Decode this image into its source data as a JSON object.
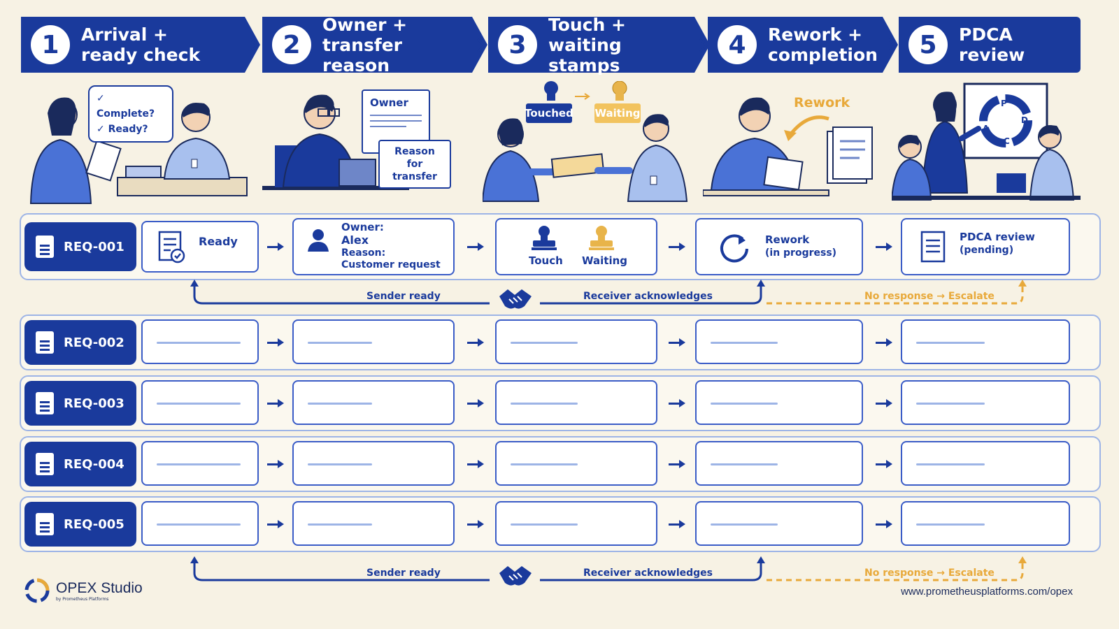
{
  "steps": [
    {
      "num": "1",
      "title": "Arrival +\nready check"
    },
    {
      "num": "2",
      "title": "Owner +\ntransfer reason"
    },
    {
      "num": "3",
      "title": "Touch +\nwaiting stamps"
    },
    {
      "num": "4",
      "title": "Rework +\ncompletion"
    },
    {
      "num": "5",
      "title": "PDCA review"
    }
  ],
  "illustrations": {
    "step1": {
      "bubble_line1": "✓ Complete?",
      "bubble_line2": "✓ Ready?"
    },
    "step2": {
      "doc_title": "Owner",
      "note": "Reason for transfer"
    },
    "step3": {
      "stamp_touched": "Touched",
      "stamp_waiting": "Waiting"
    },
    "step4": {
      "label": "Rework"
    },
    "step5": {
      "p": "P",
      "d": "D",
      "c": "C",
      "a": "A"
    }
  },
  "rows": [
    {
      "id": "REQ-001"
    },
    {
      "id": "REQ-002"
    },
    {
      "id": "REQ-003"
    },
    {
      "id": "REQ-004"
    },
    {
      "id": "REQ-005"
    }
  ],
  "row1_cells": {
    "ready": "Ready",
    "owner_label": "Owner:",
    "owner_name": "Alex",
    "reason_label": "Reason:",
    "reason_value": "Customer request",
    "touch": "Touch",
    "waiting": "Waiting",
    "rework_line1": "Rework",
    "rework_line2": "(in progress)",
    "pdca_line1": "PDCA review",
    "pdca_line2": "(pending)"
  },
  "loop": {
    "sender": "Sender ready",
    "receiver": "Receiver acknowledges",
    "escalate": "No response → Escalate"
  },
  "footer": {
    "brand": "OPEX Studio",
    "byline": "by Prometheus Platforms",
    "url": "www.prometheusplatforms.com/opex"
  },
  "colors": {
    "primary": "#1a3a9c",
    "accent": "#e8a93a",
    "background": "#f7f2e4"
  }
}
